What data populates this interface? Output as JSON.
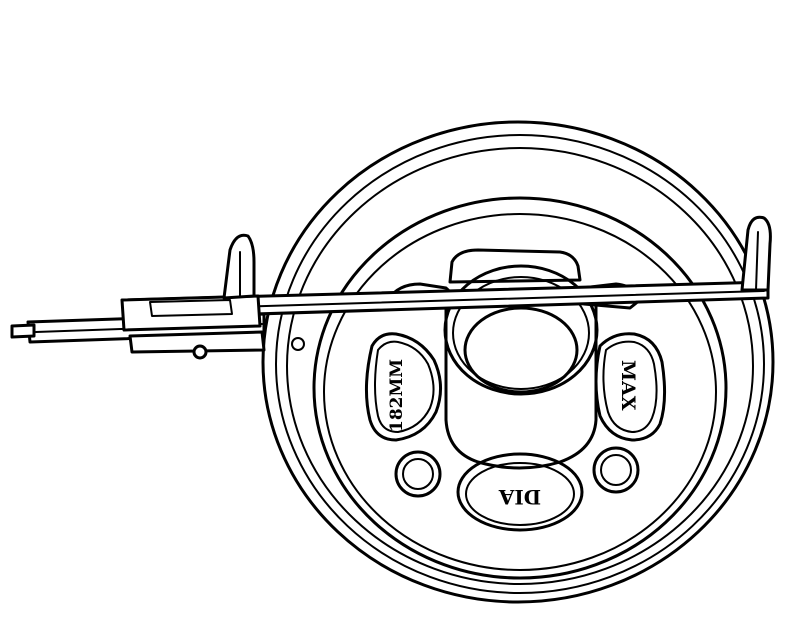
{
  "labels": {
    "diameter_value": "182MM",
    "max": "MAX",
    "dia": "DIA"
  }
}
